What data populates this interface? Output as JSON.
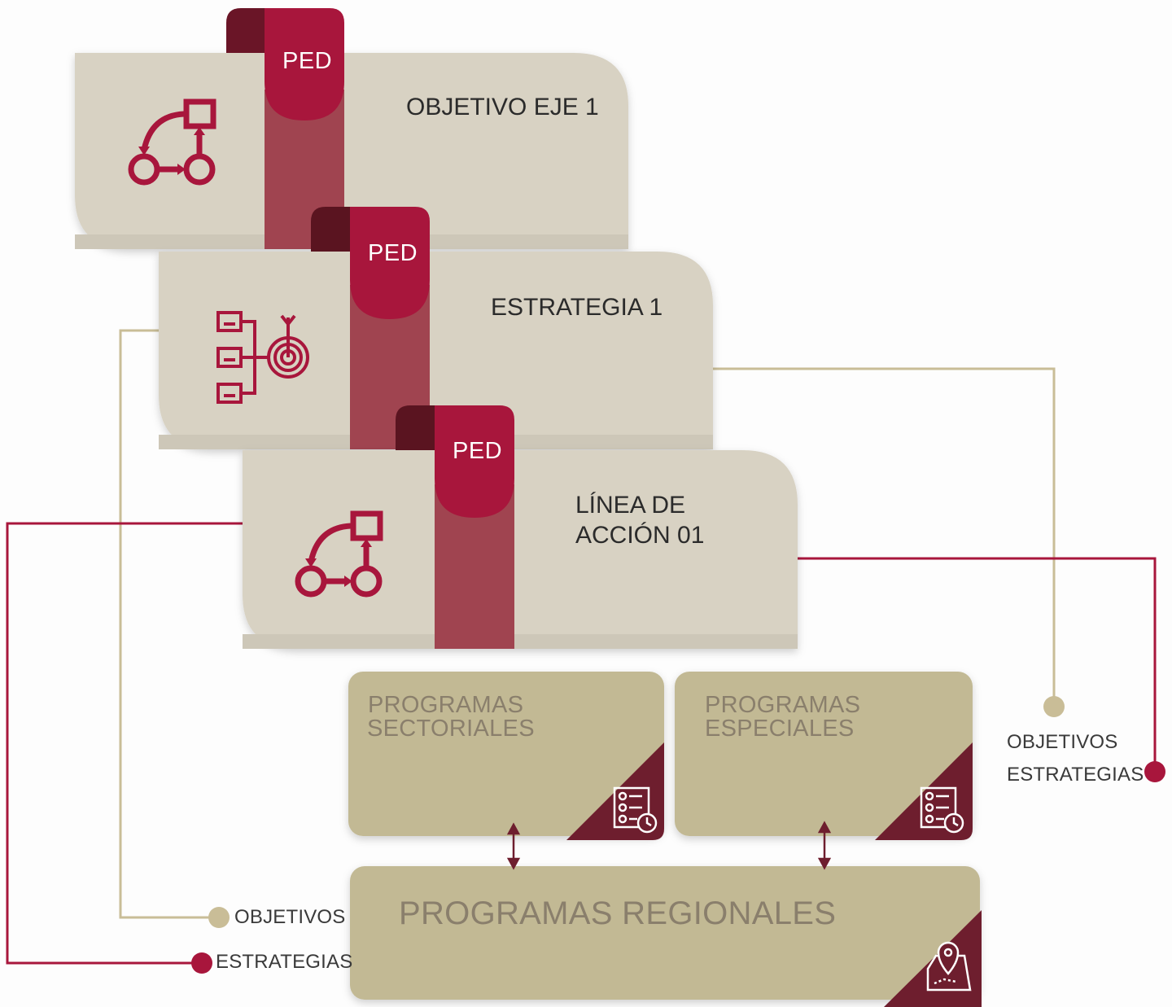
{
  "cards": [
    {
      "badge": "PED",
      "title": "OBJETIVO EJE 1",
      "icon": "workflow-cycle-icon"
    },
    {
      "badge": "PED",
      "title": "ESTRATEGIA 1",
      "icon": "strategy-target-icon"
    },
    {
      "badge": "PED",
      "title_line1": "LÍNEA DE",
      "title_line2": "ACCIÓN 01",
      "icon": "workflow-cycle-icon"
    }
  ],
  "programs": {
    "sectoriales": {
      "line1": "PROGRAMAS",
      "line2": "SECTORIALES",
      "icon": "checklist-clock-icon"
    },
    "especiales": {
      "line1": "PROGRAMAS",
      "line2": "ESPECIALES",
      "icon": "checklist-clock-icon"
    },
    "regionales": {
      "title": "PROGRAMAS REGIONALES",
      "icon": "map-pin-icon"
    }
  },
  "labels": {
    "right_objetivos": "OBJETIVOS",
    "right_estrategias": "ESTRATEGIAS",
    "left_objetivos": "OBJETIVOS",
    "left_estrategias": "ESTRATEGIAS"
  },
  "colors": {
    "crimson": "#a8163c",
    "dark_maroon": "#6e1e2e",
    "card_beige": "#d8d2c3",
    "program_khaki": "#c2b994",
    "line_khaki": "#c9bd97"
  }
}
